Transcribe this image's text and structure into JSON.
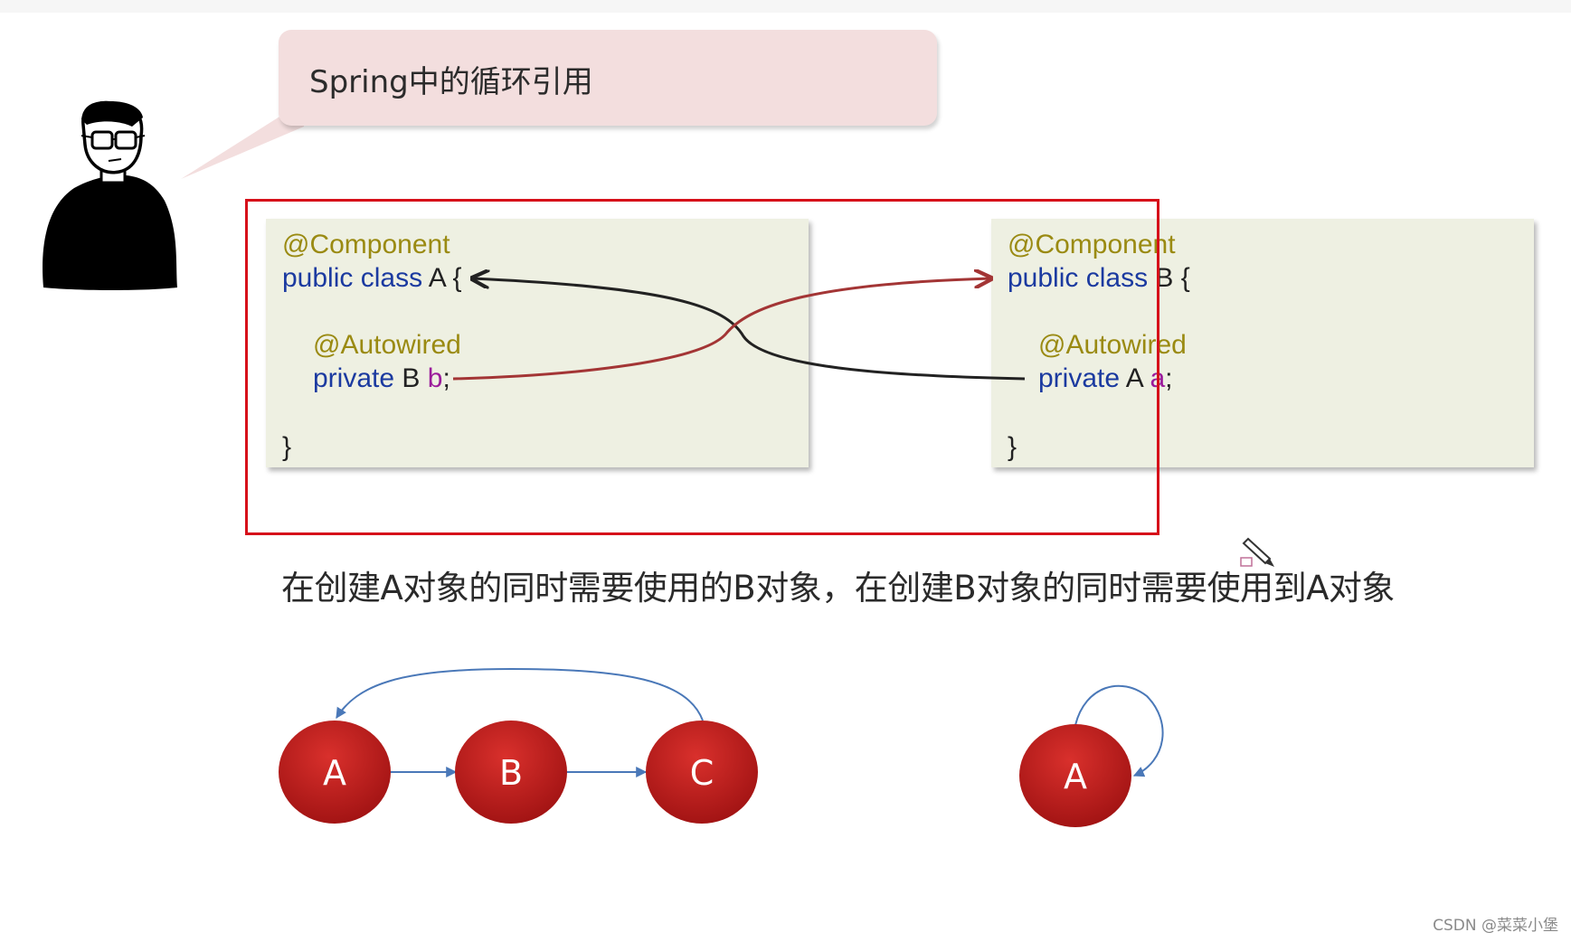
{
  "bubble": {
    "title": "Spring中的循环引用"
  },
  "class_a": {
    "annotation": "@Component",
    "declaration_keyword": "public class",
    "class_name": "A",
    "open_brace": "{",
    "field_annotation": "@Autowired",
    "field_modifier": "private",
    "field_type": "B",
    "field_name": "b",
    "semicolon": ";",
    "close_brace": "}"
  },
  "class_b": {
    "annotation": "@Component",
    "declaration_keyword": "public class",
    "class_name": "B",
    "open_brace": "{",
    "field_annotation": "@Autowired",
    "field_modifier": "private",
    "field_type": "A",
    "field_name": "a",
    "semicolon": ";",
    "close_brace": "}"
  },
  "caption": "在创建A对象的同时需要使用的B对象，在创建B对象的同时需要使用到A对象",
  "cycle_diagram": {
    "nodes": [
      "A",
      "B",
      "C"
    ]
  },
  "self_loop_diagram": {
    "node": "A"
  },
  "watermark": "CSDN @菜菜小堡",
  "colors": {
    "highlight_frame": "#d6101a",
    "node_fill": "#c0201f",
    "graph_arrow": "#4a78b8",
    "code_background": "#eef0e2",
    "bubble_background": "#f3dede",
    "arrow_b_to_a": "#222222",
    "arrow_a_to_b": "#a33535"
  },
  "icons": [
    "presenter-avatar",
    "pencil-cursor-icon"
  ]
}
